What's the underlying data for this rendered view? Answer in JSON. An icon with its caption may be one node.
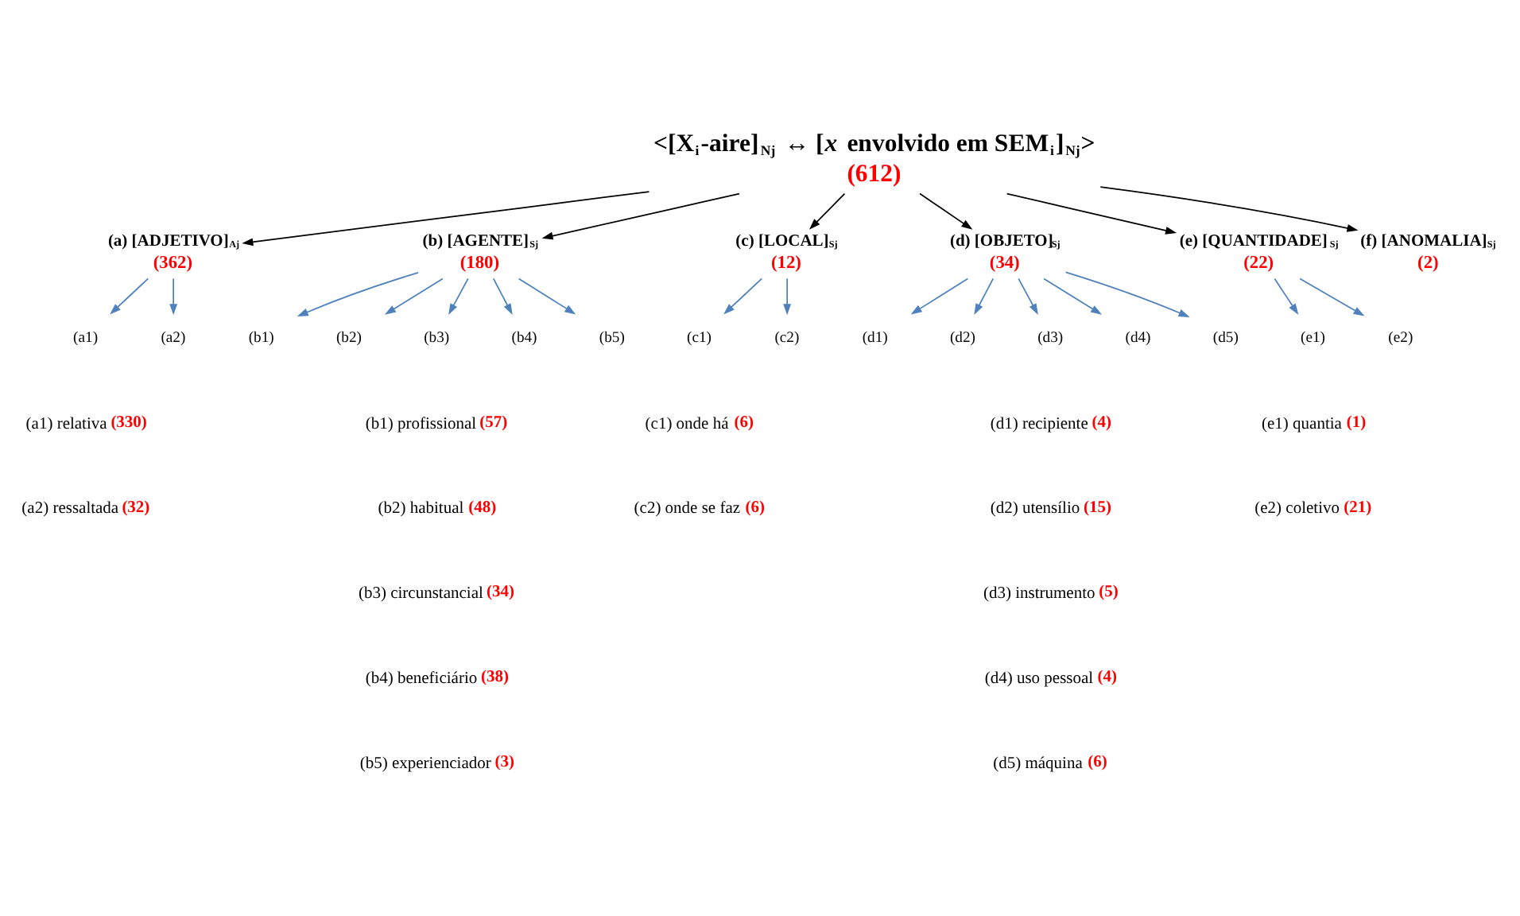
{
  "diagram": {
    "nodes": [
      {
        "text": [
          "<[X$_{i}$-aire]$_{Nj}$ ↔ [*x* envolvido em SEM$_{i}$]$_{Nj}$>",
          "(612)"
        ]
      },
      {
        "text": [
          "(a) [ADJETIVO]$_{Aj}$",
          "(362)"
        ]
      },
      {
        "text": [
          "(b) [AGENTE]$_{Sj}$",
          "(180)"
        ]
      },
      {
        "text": [
          "(c) [LOCAL]$_{Sj}$",
          "(12)"
        ]
      },
      {
        "text": [
          "(d) [OBJETO]$_{Sj}$",
          "(34)"
        ]
      },
      {
        "text": [
          "(e) [QUANTIDADE]$_{Sj}$",
          "(22)"
        ]
      },
      {
        "text": [
          "(f) [ANOMALIA]$_{Sj}$",
          "(2)"
        ]
      },
      {
        "text": [
          "(a1)"
        ]
      },
      {
        "text": [
          "(a2)"
        ]
      },
      {
        "text": [
          "(b1)"
        ]
      },
      {
        "text": [
          "(b2)"
        ]
      },
      {
        "text": [
          "(b3)"
        ]
      },
      {
        "text": [
          "(b4)"
        ]
      },
      {
        "text": [
          "(b5)"
        ]
      },
      {
        "text": [
          "(c1)"
        ]
      },
      {
        "text": [
          "(c2)"
        ]
      },
      {
        "text": [
          "(d1)"
        ]
      },
      {
        "text": [
          "(d2)"
        ]
      },
      {
        "text": [
          "(d3)"
        ]
      },
      {
        "text": [
          "(d4)"
        ]
      },
      {
        "text": [
          "(d5)"
        ]
      },
      {
        "text": [
          "(e1)"
        ]
      },
      {
        "text": [
          "(e2)"
        ]
      }
    ],
    "edges": [
      {
        "from": 0,
        "to": 1,
        "arrow": "to",
        "color": "#000000"
      },
      {
        "from": 0,
        "to": 2,
        "arrow": "to",
        "color": "#000000"
      },
      {
        "from": 0,
        "to": 3,
        "arrow": "to",
        "color": "#000000"
      },
      {
        "from": 0,
        "to": 4,
        "arrow": "to",
        "color": "#000000"
      },
      {
        "from": 0,
        "to": 5,
        "arrow": "to",
        "color": "#000000"
      },
      {
        "from": 0,
        "to": 6,
        "arrow": "to",
        "color": "#000000"
      },
      {
        "from": 1,
        "to": 7,
        "arrow": "to"
      },
      {
        "from": 1,
        "to": 8,
        "arrow": "to"
      },
      {
        "from": 2,
        "to": 9,
        "arrow": "to"
      },
      {
        "from": 2,
        "to": 10,
        "arrow": "to"
      },
      {
        "from": 2,
        "to": 11,
        "arrow": "to"
      },
      {
        "from": 2,
        "to": 12,
        "arrow": "to"
      },
      {
        "from": 2,
        "to": 13,
        "arrow": "to"
      },
      {
        "from": 3,
        "to": 14,
        "arrow": "to"
      },
      {
        "from": 3,
        "to": 15,
        "arrow": "to"
      },
      {
        "from": 4,
        "to": 16,
        "arrow": "to"
      },
      {
        "from": 4,
        "to": 17,
        "arrow": "to"
      },
      {
        "from": 4,
        "to": 18,
        "arrow": "to"
      },
      {
        "from": 4,
        "to": 19,
        "arrow": "to"
      },
      {
        "from": 4,
        "to": 20,
        "arrow": "to"
      },
      {
        "from": 5,
        "to": 21,
        "arrow": "to"
      },
      {
        "from": 5,
        "to": 22,
        "arrow": "to"
      }
    ],
    "labels": [
      "(a1) relativa **(330)**",
      "(b1) profissional **(57)**",
      "(c1) onde há **(6)**",
      "(d1) recipiente **(4)**",
      "(e1) quantia **(1)**",
      "(a2) ressaltada **(32)**",
      "(b2) habitual **(48)**",
      "(c2) onde se faz **(6)**",
      "(d2) utensílio **(15)**",
      "(e2) coletivo **(21)**",
      "(b3) circunstancial **(34)**",
      "(d3) instrumento **(5)**",
      "(b4) beneficiário **(38)**",
      "(d4) uso pessoal **(4)**",
      "(b5) experienciador **(3)**",
      "(d5) máquina **(6)**"
    ]
  }
}
